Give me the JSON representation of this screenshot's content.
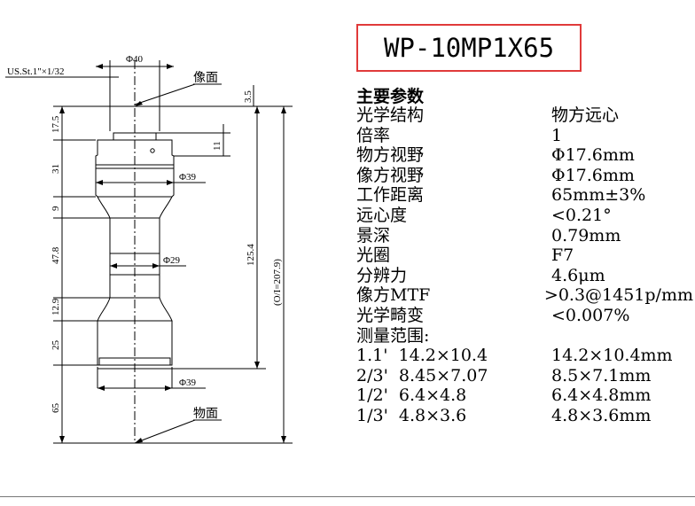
{
  "title": "WP-10MP1X65",
  "drawing": {
    "thread_label": "US.St.1\"×1/32",
    "dia_top": "Φ40",
    "image_plane": "像面",
    "object_plane": "物面",
    "dim_35": "3.5",
    "dim_175": "17.5",
    "dim_11": "11",
    "dim_31": "31",
    "dia_39_upper": "Φ39",
    "dim_9": "9",
    "dim_478": "47.8",
    "dia_29": "Φ29",
    "dim_1254": "125.4",
    "dim_total": "(O/I=207.9)",
    "dim_129": "12.9",
    "dim_25": "25",
    "dia_39_lower": "Φ39",
    "dim_65": "65"
  },
  "specs": {
    "heading": "主要参数",
    "rows": [
      {
        "k": "光学结构",
        "v": "物方远心"
      },
      {
        "k": "倍率",
        "v": "1"
      },
      {
        "k": "物方视野",
        "v": "Φ17.6mm"
      },
      {
        "k": "像方视野",
        "v": "Φ17.6mm"
      },
      {
        "k": "工作距离",
        "v": "65mm±3%"
      },
      {
        "k": "远心度",
        "v": "<0.21°"
      },
      {
        "k": "景深",
        "v": "0.79mm"
      },
      {
        "k": "光圈",
        "v": "F7"
      },
      {
        "k": "分辨力",
        "v": "4.6μm"
      },
      {
        "k": "像方MTF",
        "v": ">0.3@1451p/mm"
      },
      {
        "k": "光学畸变",
        "v": "<0.007%"
      }
    ],
    "range_label": "测量范围:",
    "ranges": [
      {
        "k": "1.1'  14.2×10.4",
        "v": "14.2×10.4mm"
      },
      {
        "k": "2/3'  8.45×7.07",
        "v": "8.5×7.1mm"
      },
      {
        "k": "1/2'  6.4×4.8",
        "v": "6.4×4.8mm"
      },
      {
        "k": "1/3'  4.8×3.6",
        "v": "4.8×3.6mm"
      }
    ]
  }
}
